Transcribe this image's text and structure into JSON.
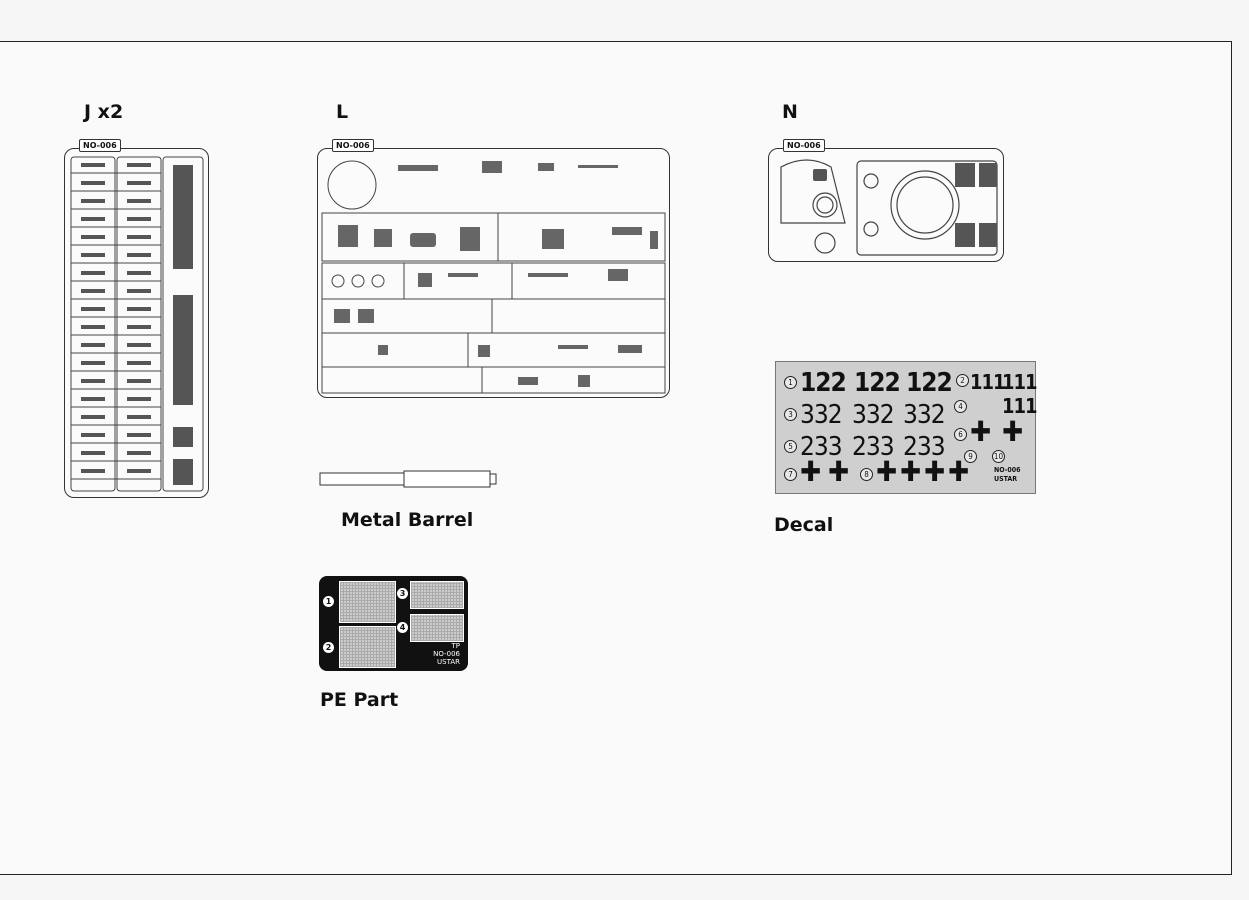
{
  "labels": {
    "sprue_j": "J x2",
    "sprue_l": "L",
    "sprue_n": "N",
    "metal_barrel": "Metal Barrel",
    "decal": "Decal",
    "pe_part": "PE Part"
  },
  "sprue_tags": {
    "j": "NO-006",
    "l": "NO-006",
    "n": "NO-006"
  },
  "decal_sheet": {
    "row1": [
      "122",
      "122",
      "122"
    ],
    "row1_right": [
      "111",
      "111"
    ],
    "row2": [
      "332",
      "332",
      "332"
    ],
    "row2_right": "111",
    "row3": [
      "233",
      "233",
      "233"
    ],
    "markers": [
      "1",
      "2",
      "3",
      "4",
      "5",
      "6",
      "7",
      "8",
      "9",
      "10"
    ],
    "sheet_code": "NO-006",
    "brand": "USTAR"
  },
  "pe_sheet": {
    "markers": [
      "1",
      "2",
      "3",
      "4"
    ],
    "type": "TP",
    "code": "NO-006",
    "brand": "USTAR"
  }
}
